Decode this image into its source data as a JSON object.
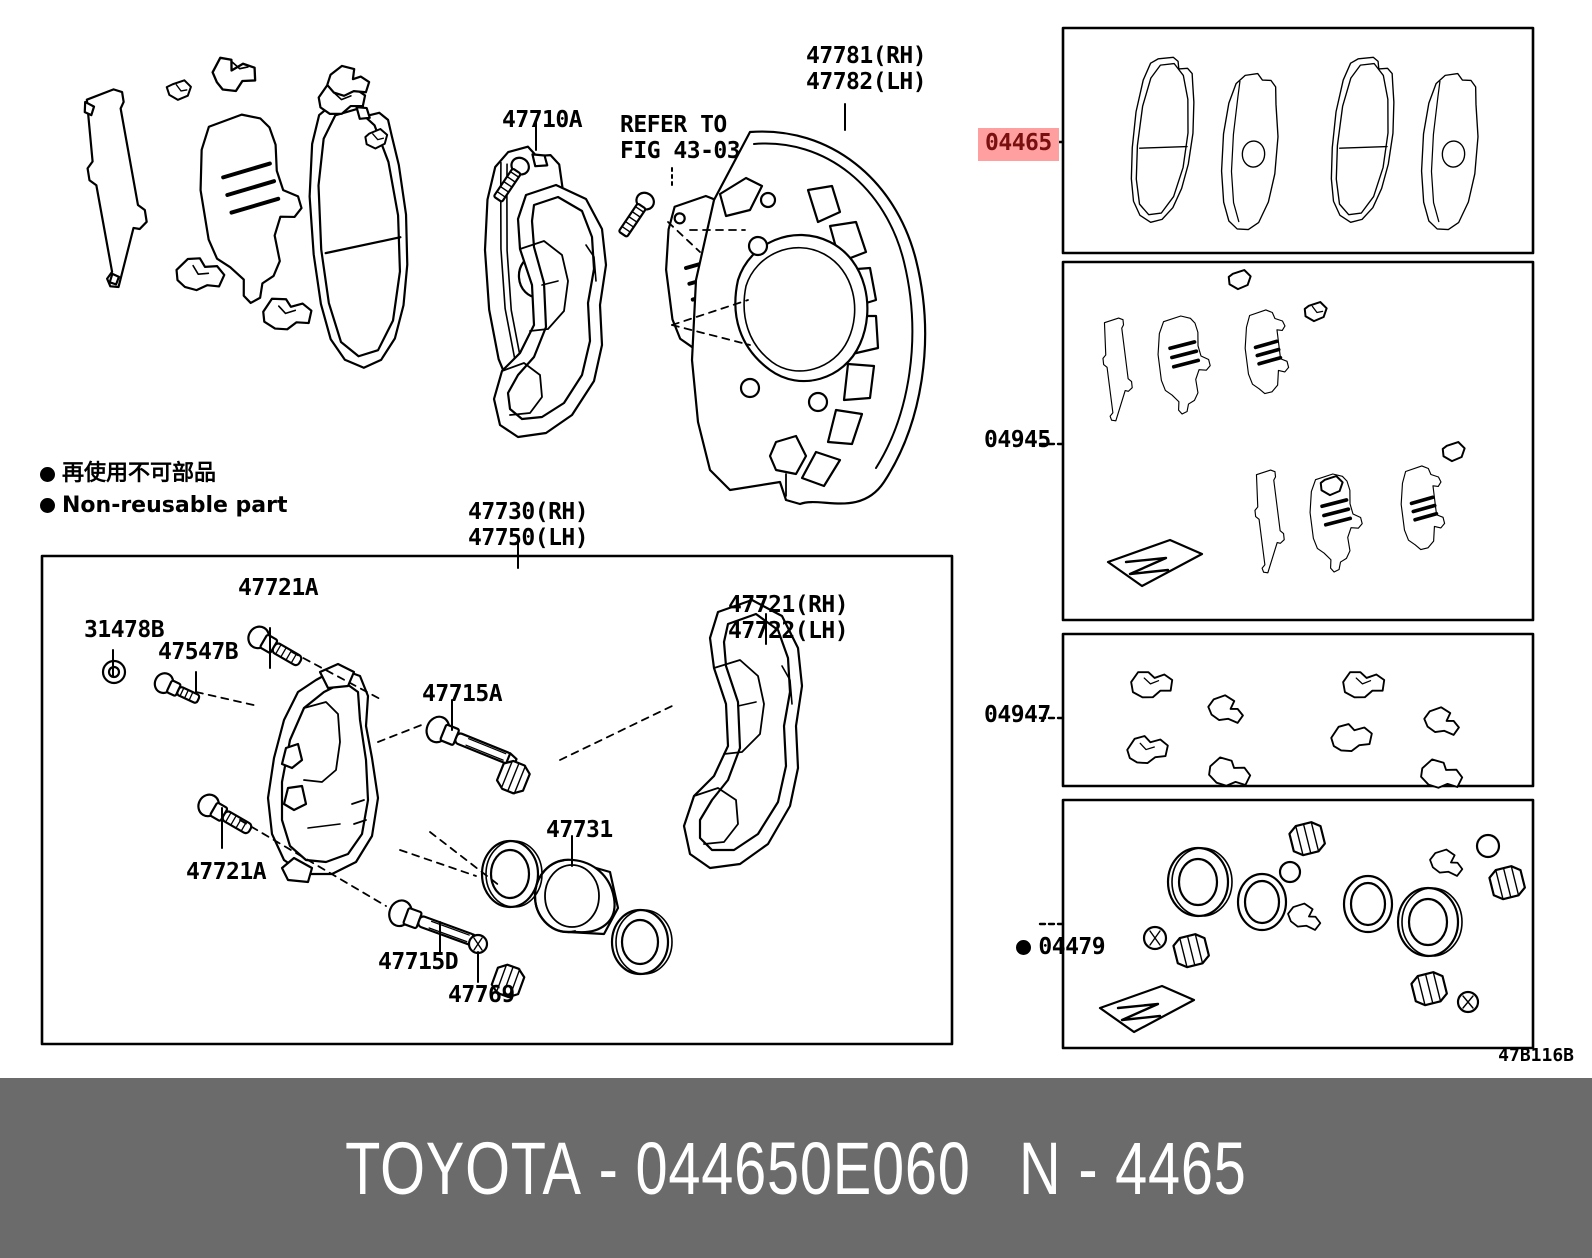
{
  "diagram": {
    "code": "47B116B",
    "legend": {
      "japanese": "再使用不可部品",
      "english": "Non-reusable part"
    },
    "reference_note": "REFER TO\nFIG 43-03",
    "highlighted_part": "04465"
  },
  "labels": {
    "dust_cover": "47781(RH)\n47782(LH)",
    "bolt_47710a": "47710A",
    "caliper_assy": "47730(RH)\n47750(LH)",
    "mounting_bracket": "47721(RH)\n47722(LH)",
    "bleeder_plug": "31478B",
    "bleeder_cap": "47547B",
    "slide_pin_upper": "47721A",
    "slide_pin_lower": "47721A",
    "pin_boot_a": "47715A",
    "pin_boot_d": "47715D",
    "piston": "47731",
    "bushing": "47769"
  },
  "kits": [
    {
      "id": "kit-pad-set",
      "number": "04465",
      "highlighted": true,
      "non_reusable": false,
      "contents": "brake-pad-set"
    },
    {
      "id": "kit-shim",
      "number": "04945",
      "highlighted": false,
      "non_reusable": false,
      "contents": "shim-and-plate-kit"
    },
    {
      "id": "kit-fitting",
      "number": "04947",
      "highlighted": false,
      "non_reusable": false,
      "contents": "fitting-clip-kit"
    },
    {
      "id": "kit-seal",
      "number": "04479",
      "highlighted": false,
      "non_reusable": true,
      "contents": "cylinder-seal-kit"
    }
  ],
  "banner": {
    "brand": "TOYOTA",
    "separator_1": "-",
    "part_number": "044650E060",
    "group_letter": "N",
    "separator_2": "-",
    "group_number": "4465"
  }
}
